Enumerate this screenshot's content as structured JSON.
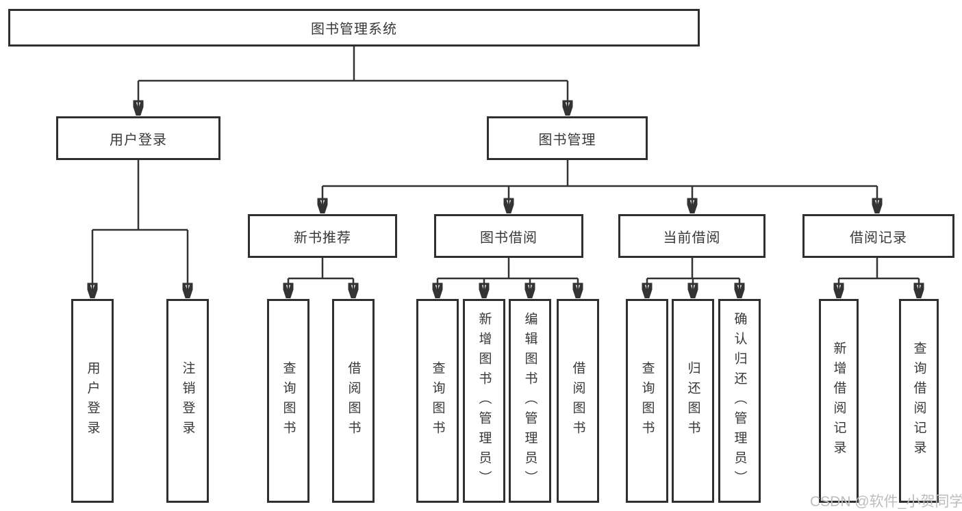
{
  "diagram": {
    "type": "tree",
    "line_color": "#333333",
    "box_border_color": "#2f2f2f",
    "text_color": "#383838",
    "background_color": "#ffffff",
    "watermark": {
      "text": "CSDN @软件_小贺同学",
      "color": "#bdbdbd"
    },
    "root": {
      "label": "图书管理系统",
      "children": [
        {
          "label": "用户登录",
          "children": [
            {
              "label": "用户登录"
            },
            {
              "label": "注销登录"
            }
          ]
        },
        {
          "label": "图书管理",
          "children": [
            {
              "label": "新书推荐",
              "children": [
                {
                  "label": "查询图书"
                },
                {
                  "label": "借阅图书"
                }
              ]
            },
            {
              "label": "图书借阅",
              "children": [
                {
                  "label": "查询图书"
                },
                {
                  "label": "新增图书（管理员）"
                },
                {
                  "label": "编辑图书（管理员）"
                },
                {
                  "label": "借阅图书"
                }
              ]
            },
            {
              "label": "当前借阅",
              "children": [
                {
                  "label": "查询图书"
                },
                {
                  "label": "归还图书"
                },
                {
                  "label": "确认归还（管理员）"
                }
              ]
            },
            {
              "label": "借阅记录",
              "children": [
                {
                  "label": "新增借阅记录"
                },
                {
                  "label": "查询借阅记录"
                }
              ]
            }
          ]
        }
      ]
    }
  }
}
